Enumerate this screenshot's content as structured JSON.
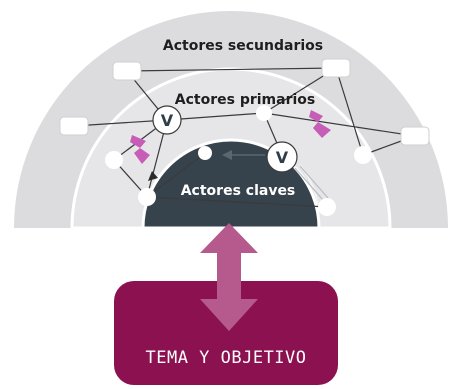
{
  "diagram": {
    "rings": {
      "outer_label": "Actores secundarios",
      "middle_label": "Actores primarios",
      "inner_label": "Actores claves"
    },
    "veto_marker": "V",
    "goal_box": {
      "label": "TEMA Y OBJETIVO"
    },
    "colors": {
      "outer_ring": "#dcdcde",
      "middle_ring": "#e7e7e9",
      "inner_core": "#37434c",
      "goal": "#8c1150",
      "arrow": "#b65a8d",
      "conflict": "#c65db6"
    },
    "icons": {
      "veto": "veto-circle-icon",
      "conflict": "lightning-bolt-icon",
      "actor_primary": "white-circle-node-icon",
      "actor_secondary": "white-rectangle-node-icon"
    }
  }
}
